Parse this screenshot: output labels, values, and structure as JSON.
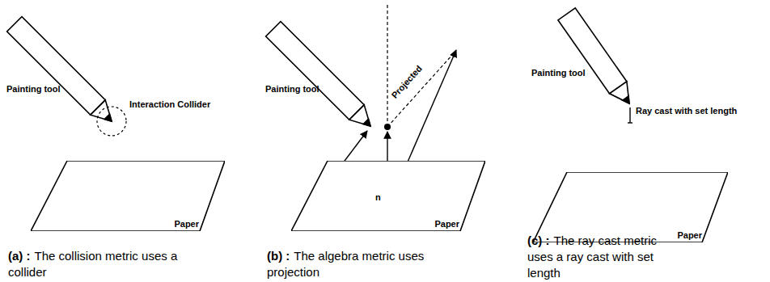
{
  "diagram": {
    "nodes": [
      {
        "text": [
          "Paper"
        ]
      },
      {
        "text": [
          "Paper"
        ]
      },
      {
        "text": [
          "Paper"
        ]
      }
    ],
    "labels": [
      "Painting tool",
      "Interaction Collider",
      "Painting tool",
      "Projected",
      "n",
      "Painting tool",
      "Ray cast with set length",
      "(a) :",
      "The collision metric uses a collider",
      "(b) :",
      "The algebra metric uses projection",
      "(c) :",
      "The ray cast metric uses a ray cast with set length"
    ]
  }
}
